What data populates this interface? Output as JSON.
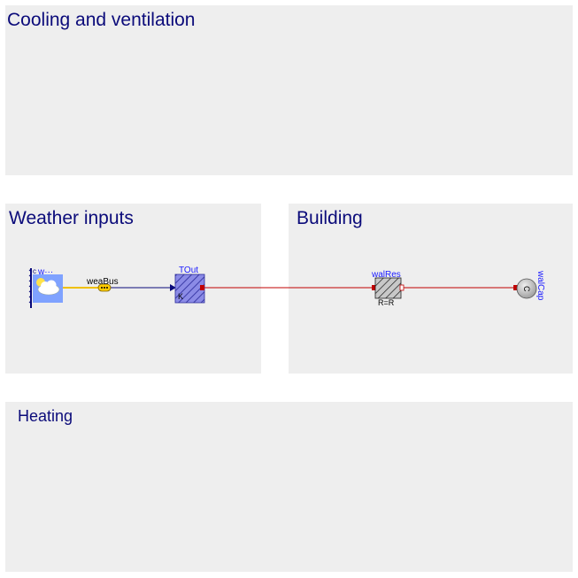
{
  "panels": {
    "cooling": {
      "title": "Cooling and ventilation"
    },
    "weather": {
      "title": "Weather inputs"
    },
    "building": {
      "title": "Building"
    },
    "heating": {
      "title": "Heating"
    }
  },
  "components": {
    "weather_data": {
      "label": "w···",
      "icon": "weather-cloud-sun-icon"
    },
    "weather_bus": {
      "label": "weaBus",
      "icon": "bus-connector-icon"
    },
    "tout": {
      "label": "TOut",
      "unit": "K",
      "icon": "prescribed-temperature-icon"
    },
    "walres": {
      "label": "walRes",
      "param": "R=R",
      "icon": "thermal-resistor-icon"
    },
    "walcap": {
      "label": "walCap",
      "symbol": "C",
      "icon": "heat-capacitor-icon"
    }
  },
  "colors": {
    "panel_bg": "#eeeeee",
    "title_text": "#0b0b7a",
    "label_blue": "#1a1aff",
    "heat_wire": "#c00000",
    "signal_wire": "#0a0a7a",
    "bus_wire": "#f0c000"
  }
}
